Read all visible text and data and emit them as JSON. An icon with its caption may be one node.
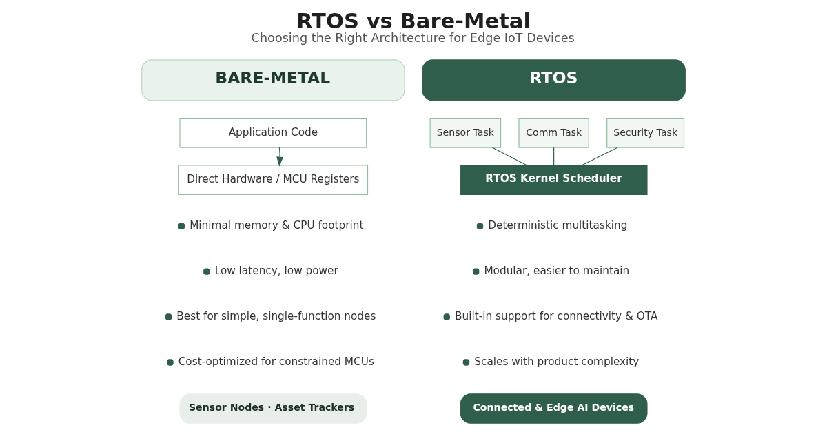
{
  "diagram": {
    "title": "RTOS vs Bare-Metal",
    "caption": "Choosing the Right Architecture for Edge IoT Devices",
    "nodes": [
      {
        "text": [
          "BARE-METAL"
        ]
      },
      {
        "text": [
          "Application Code"
        ]
      },
      {
        "text": [
          "Direct Hardware / MCU Registers"
        ]
      },
      {
        "text": [
          "Sensor Nodes · Asset Trackers"
        ]
      },
      {
        "text": [
          "RTOS"
        ]
      },
      {
        "text": [
          "Sensor Task"
        ]
      },
      {
        "text": [
          "Comm Task"
        ]
      },
      {
        "text": [
          "Security Task"
        ]
      },
      {
        "text": [
          "RTOS Kernel Scheduler"
        ]
      },
      {
        "text": [
          "Connected & Edge AI Devices"
        ]
      }
    ],
    "edges": [
      {
        "from": 1,
        "to": 2,
        "arrow": "to"
      },
      {
        "from": 5,
        "to": 8,
        "arrow": "none"
      },
      {
        "from": 6,
        "to": 8,
        "arrow": "none"
      },
      {
        "from": 7,
        "to": 8,
        "arrow": "none"
      }
    ],
    "labels": [
      "Minimal memory & CPU footprint",
      "Low latency, low power",
      "Best for simple, single-function nodes",
      "Cost-optimized for constrained MCUs",
      "Deterministic multitasking",
      "Modular, easier to maintain",
      "Built-in support for connectivity & OTA",
      "Scales with product complexity"
    ]
  }
}
